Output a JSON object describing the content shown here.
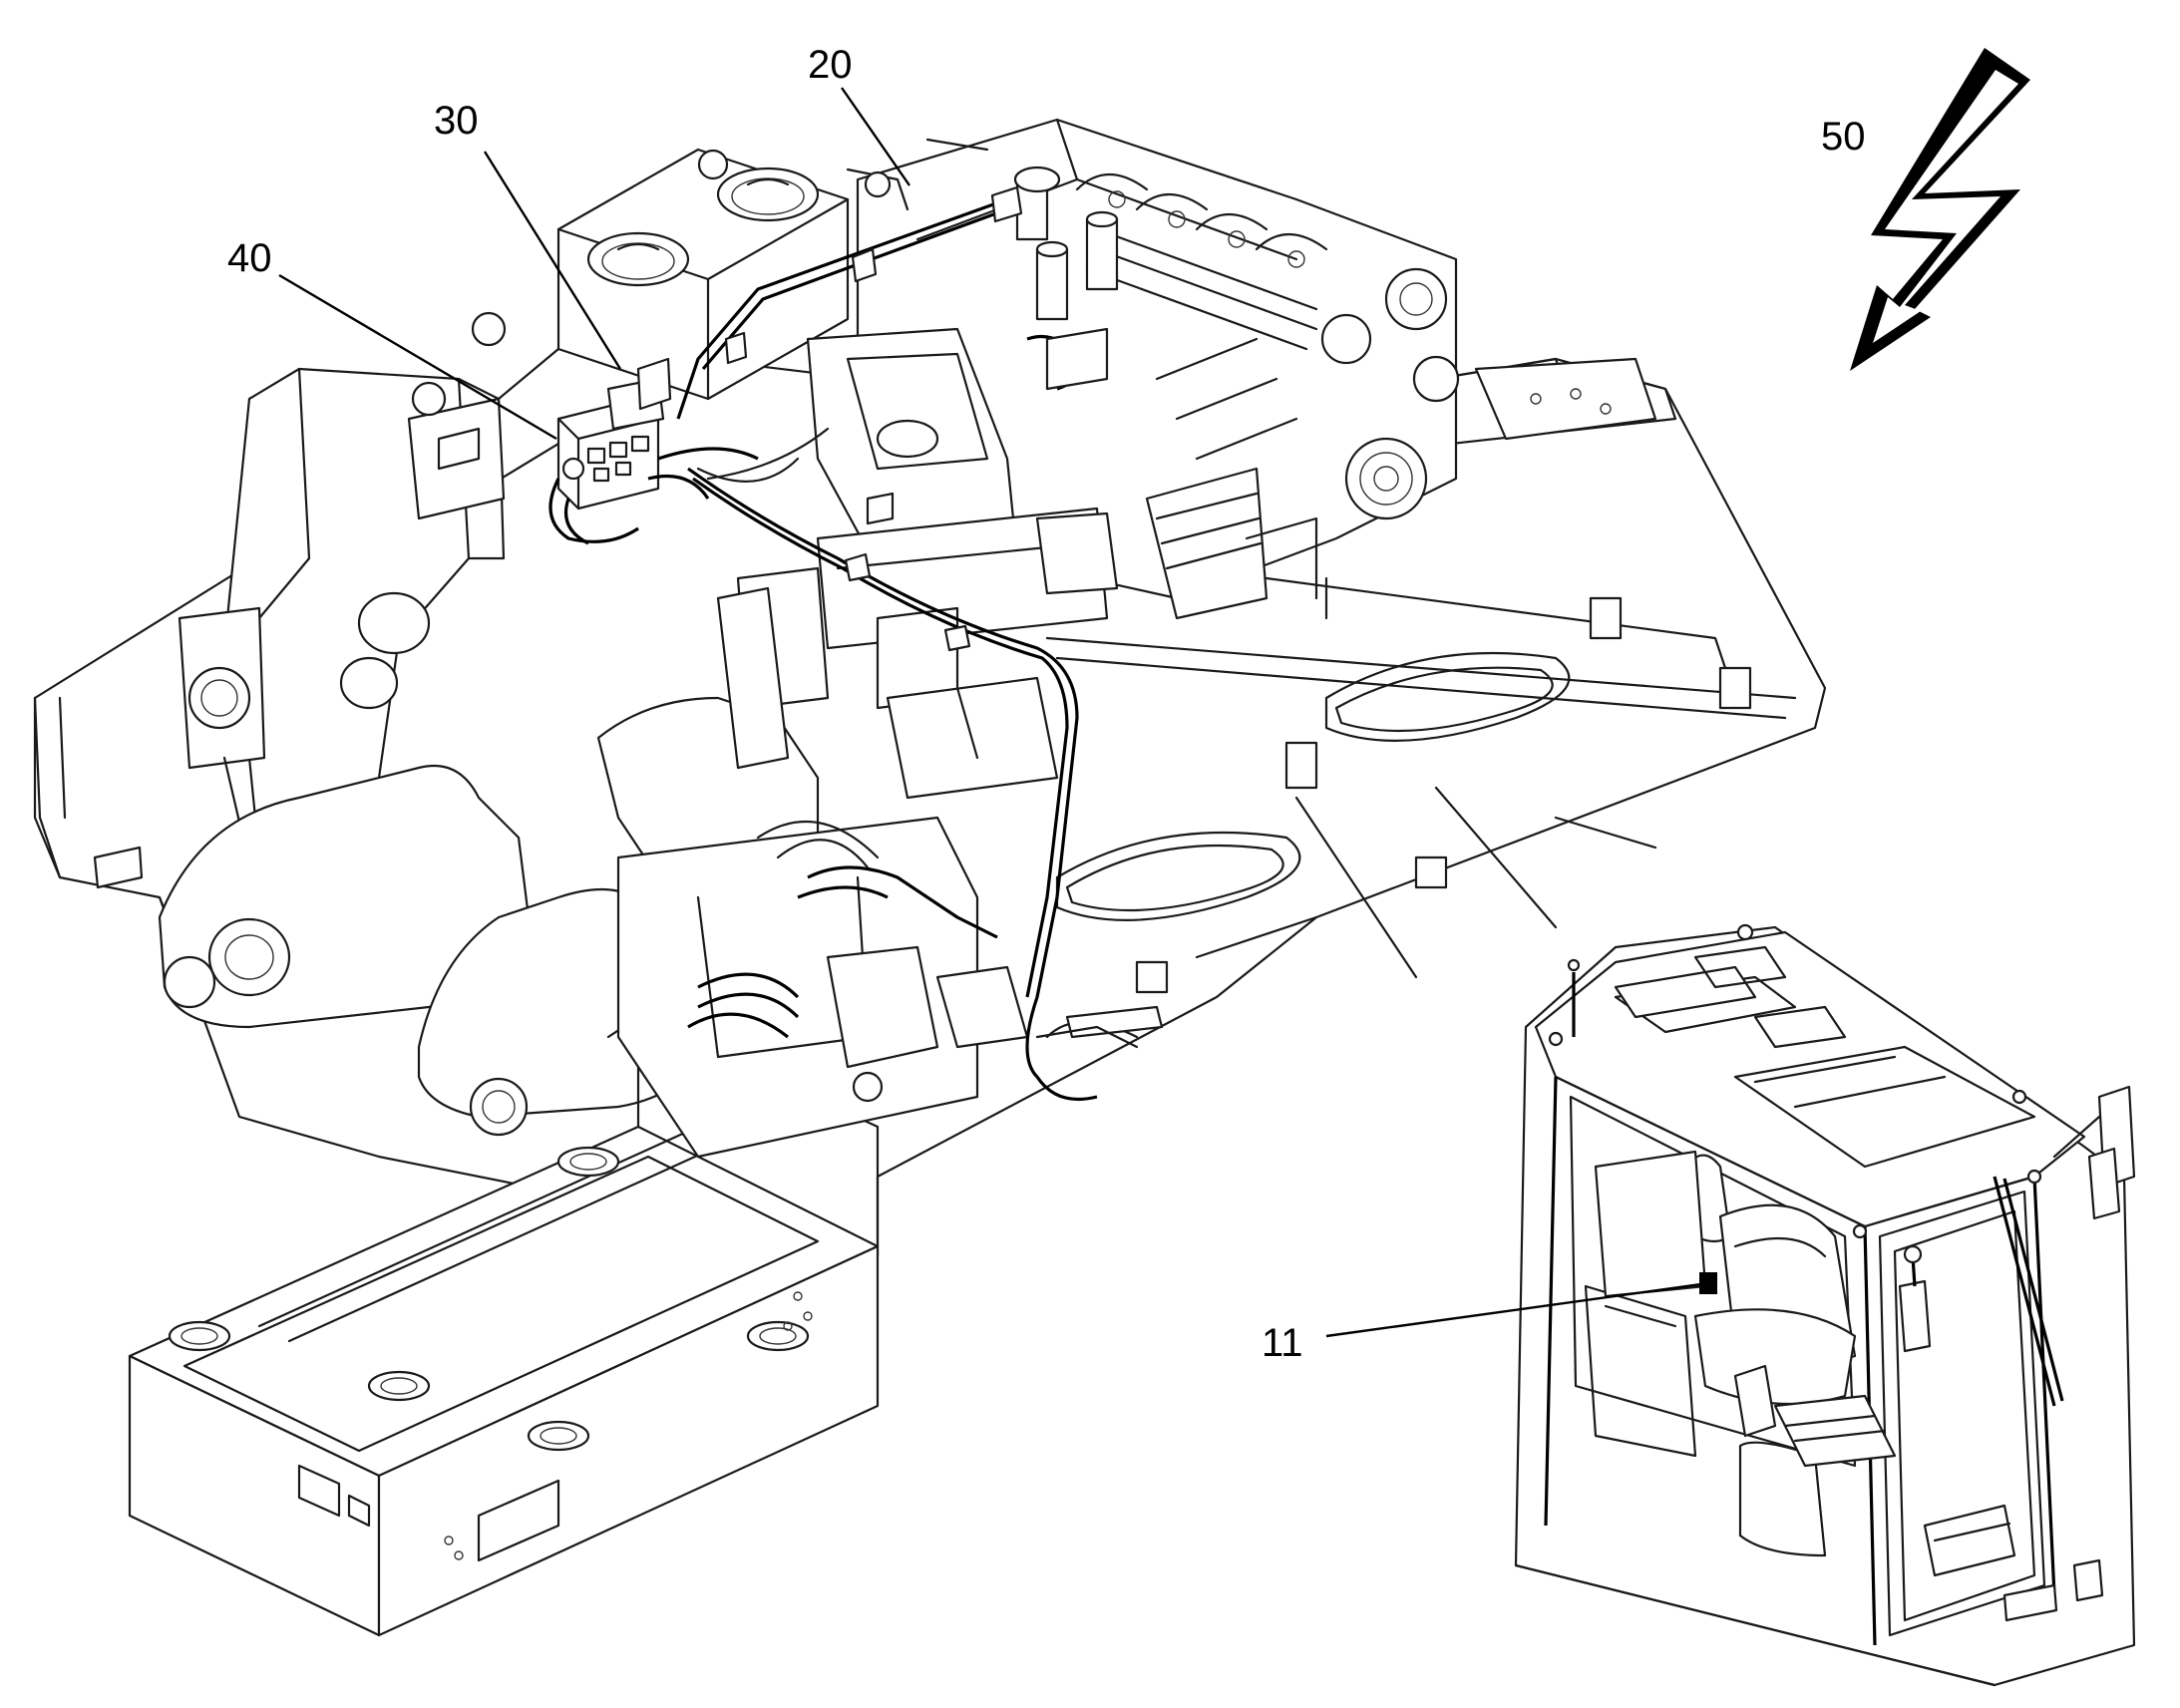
{
  "callouts": [
    {
      "id": "11",
      "label": "11"
    },
    {
      "id": "20",
      "label": "20"
    },
    {
      "id": "30",
      "label": "30"
    },
    {
      "id": "40",
      "label": "40"
    },
    {
      "id": "50",
      "label": "50"
    }
  ],
  "icons": {
    "lightning": "lightning-bolt-icon"
  },
  "colors": {
    "line": "#000000",
    "background": "#ffffff"
  }
}
